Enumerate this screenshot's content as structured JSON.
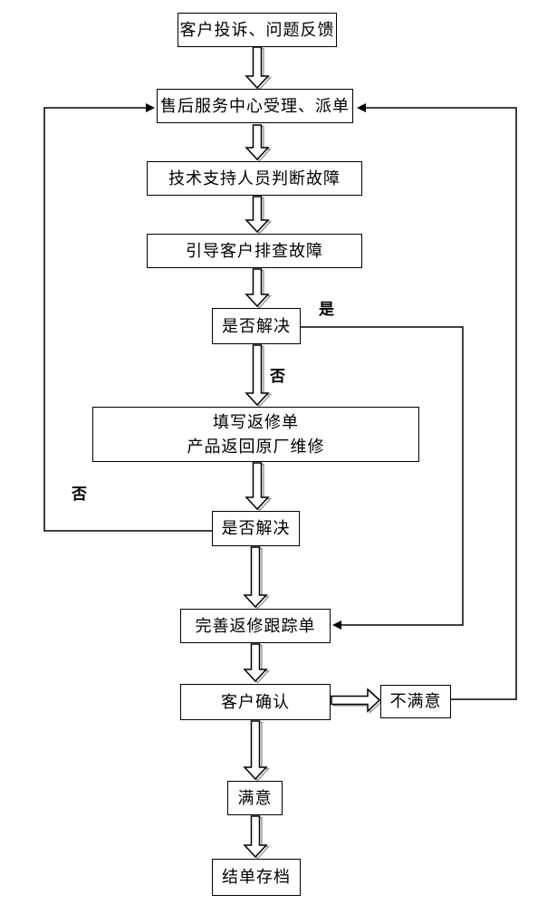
{
  "page": {
    "background_color": "#ffffff",
    "line_color": "#000000",
    "box_fill_color": "#ffffff",
    "box_border_color": "#000000",
    "arrow_shadow_color": "#9a9a9a",
    "text_color": "#000000"
  },
  "flowchart": {
    "nodes": [
      {
        "id": "complaint",
        "label": "客户投诉、问题反馈"
      },
      {
        "id": "service_center",
        "label": "售后服务中心受理、派单"
      },
      {
        "id": "tech_support",
        "label": "技术支持人员判断故障"
      },
      {
        "id": "guide",
        "label": "引导客户排查故障"
      },
      {
        "id": "resolved_1",
        "label": "是否解决"
      },
      {
        "id": "repair_form",
        "label_line1": "填写返修单",
        "label_line2": "产品返回原厂维修"
      },
      {
        "id": "resolved_2",
        "label": "是否解决"
      },
      {
        "id": "tracking",
        "label": "完善返修跟踪单"
      },
      {
        "id": "confirm",
        "label": "客户确认"
      },
      {
        "id": "unsatisfied",
        "label": "不满意"
      },
      {
        "id": "satisfied",
        "label": "满意"
      },
      {
        "id": "archive",
        "label": "结单存档"
      }
    ],
    "edge_labels": {
      "yes": "是",
      "no_down": "否",
      "no_left": "否"
    }
  }
}
